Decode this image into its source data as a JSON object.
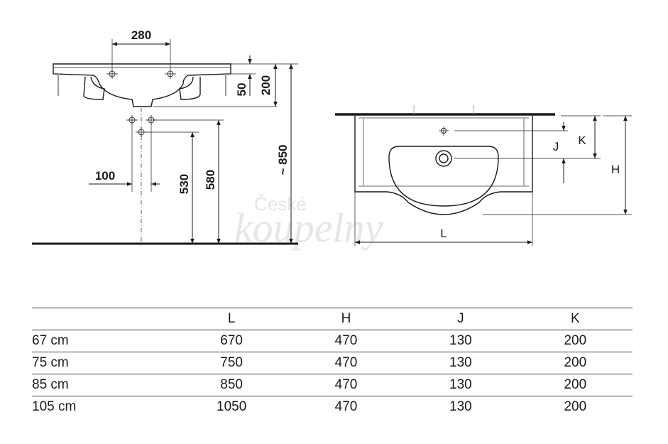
{
  "diagram": {
    "side_view": {
      "dim_width": "280",
      "dim_thickness": "50",
      "dim_depth": "200",
      "dim_mount_height": "~ 850",
      "dim_pipe_offset": "100",
      "dim_drain_height_low": "530",
      "dim_drain_height_high": "580"
    },
    "top_view": {
      "label_k": "K",
      "label_j": "J",
      "label_h": "H",
      "label_l": "L"
    },
    "watermark": {
      "line1": "České",
      "line2": "koupelny"
    }
  },
  "table": {
    "headers": [
      "",
      "L",
      "H",
      "J",
      "K"
    ],
    "rows": [
      [
        "67 cm",
        "670",
        "470",
        "130",
        "200"
      ],
      [
        "75 cm",
        "750",
        "470",
        "130",
        "200"
      ],
      [
        "85 cm",
        "850",
        "470",
        "130",
        "200"
      ],
      [
        "105 cm",
        "1050",
        "470",
        "130",
        "200"
      ]
    ]
  }
}
